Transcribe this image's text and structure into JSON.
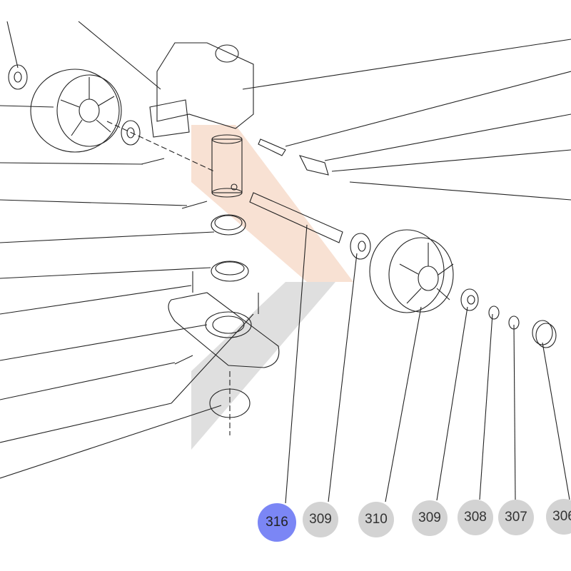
{
  "callouts": [
    {
      "label": "316",
      "active": true
    },
    {
      "label": "309",
      "active": false
    },
    {
      "label": "310",
      "active": false
    },
    {
      "label": "309",
      "active": false
    },
    {
      "label": "308",
      "active": false
    },
    {
      "label": "307",
      "active": false
    },
    {
      "label": "306",
      "active": false
    }
  ],
  "colors": {
    "active": "#7b86f5",
    "inactive": "#d3d3d3",
    "arrow_orange": "#f6d9c8",
    "arrow_gray": "#dcdcdc"
  }
}
